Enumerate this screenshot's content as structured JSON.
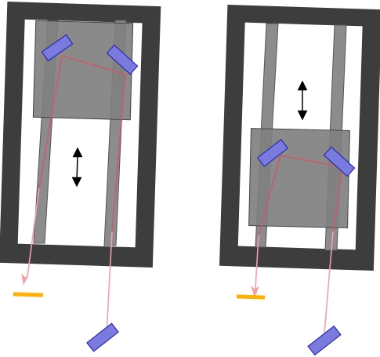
{
  "colors": {
    "background": "#ffffff",
    "frame": "#3d3d3d",
    "rail": "#8c8c8c",
    "rail_stroke": "#555555",
    "carriage": "#808080",
    "carriage_stroke": "#444444",
    "mirror": "#7b7bdf",
    "mirror_stroke": "#2a2aa8",
    "beam_inside": "#c95b6b",
    "beam_outside": "#f3a1a8",
    "target": "#ffb000",
    "arrow": "#000000"
  },
  "icons": {
    "motion_arrow": "double-headed-vertical-arrow",
    "mirror": "rectangular-mirror",
    "detector": "detector-bar"
  },
  "panels": [
    {
      "name": "left-setup",
      "carriage_position": "top"
    },
    {
      "name": "right-setup",
      "carriage_position": "bottom"
    }
  ]
}
